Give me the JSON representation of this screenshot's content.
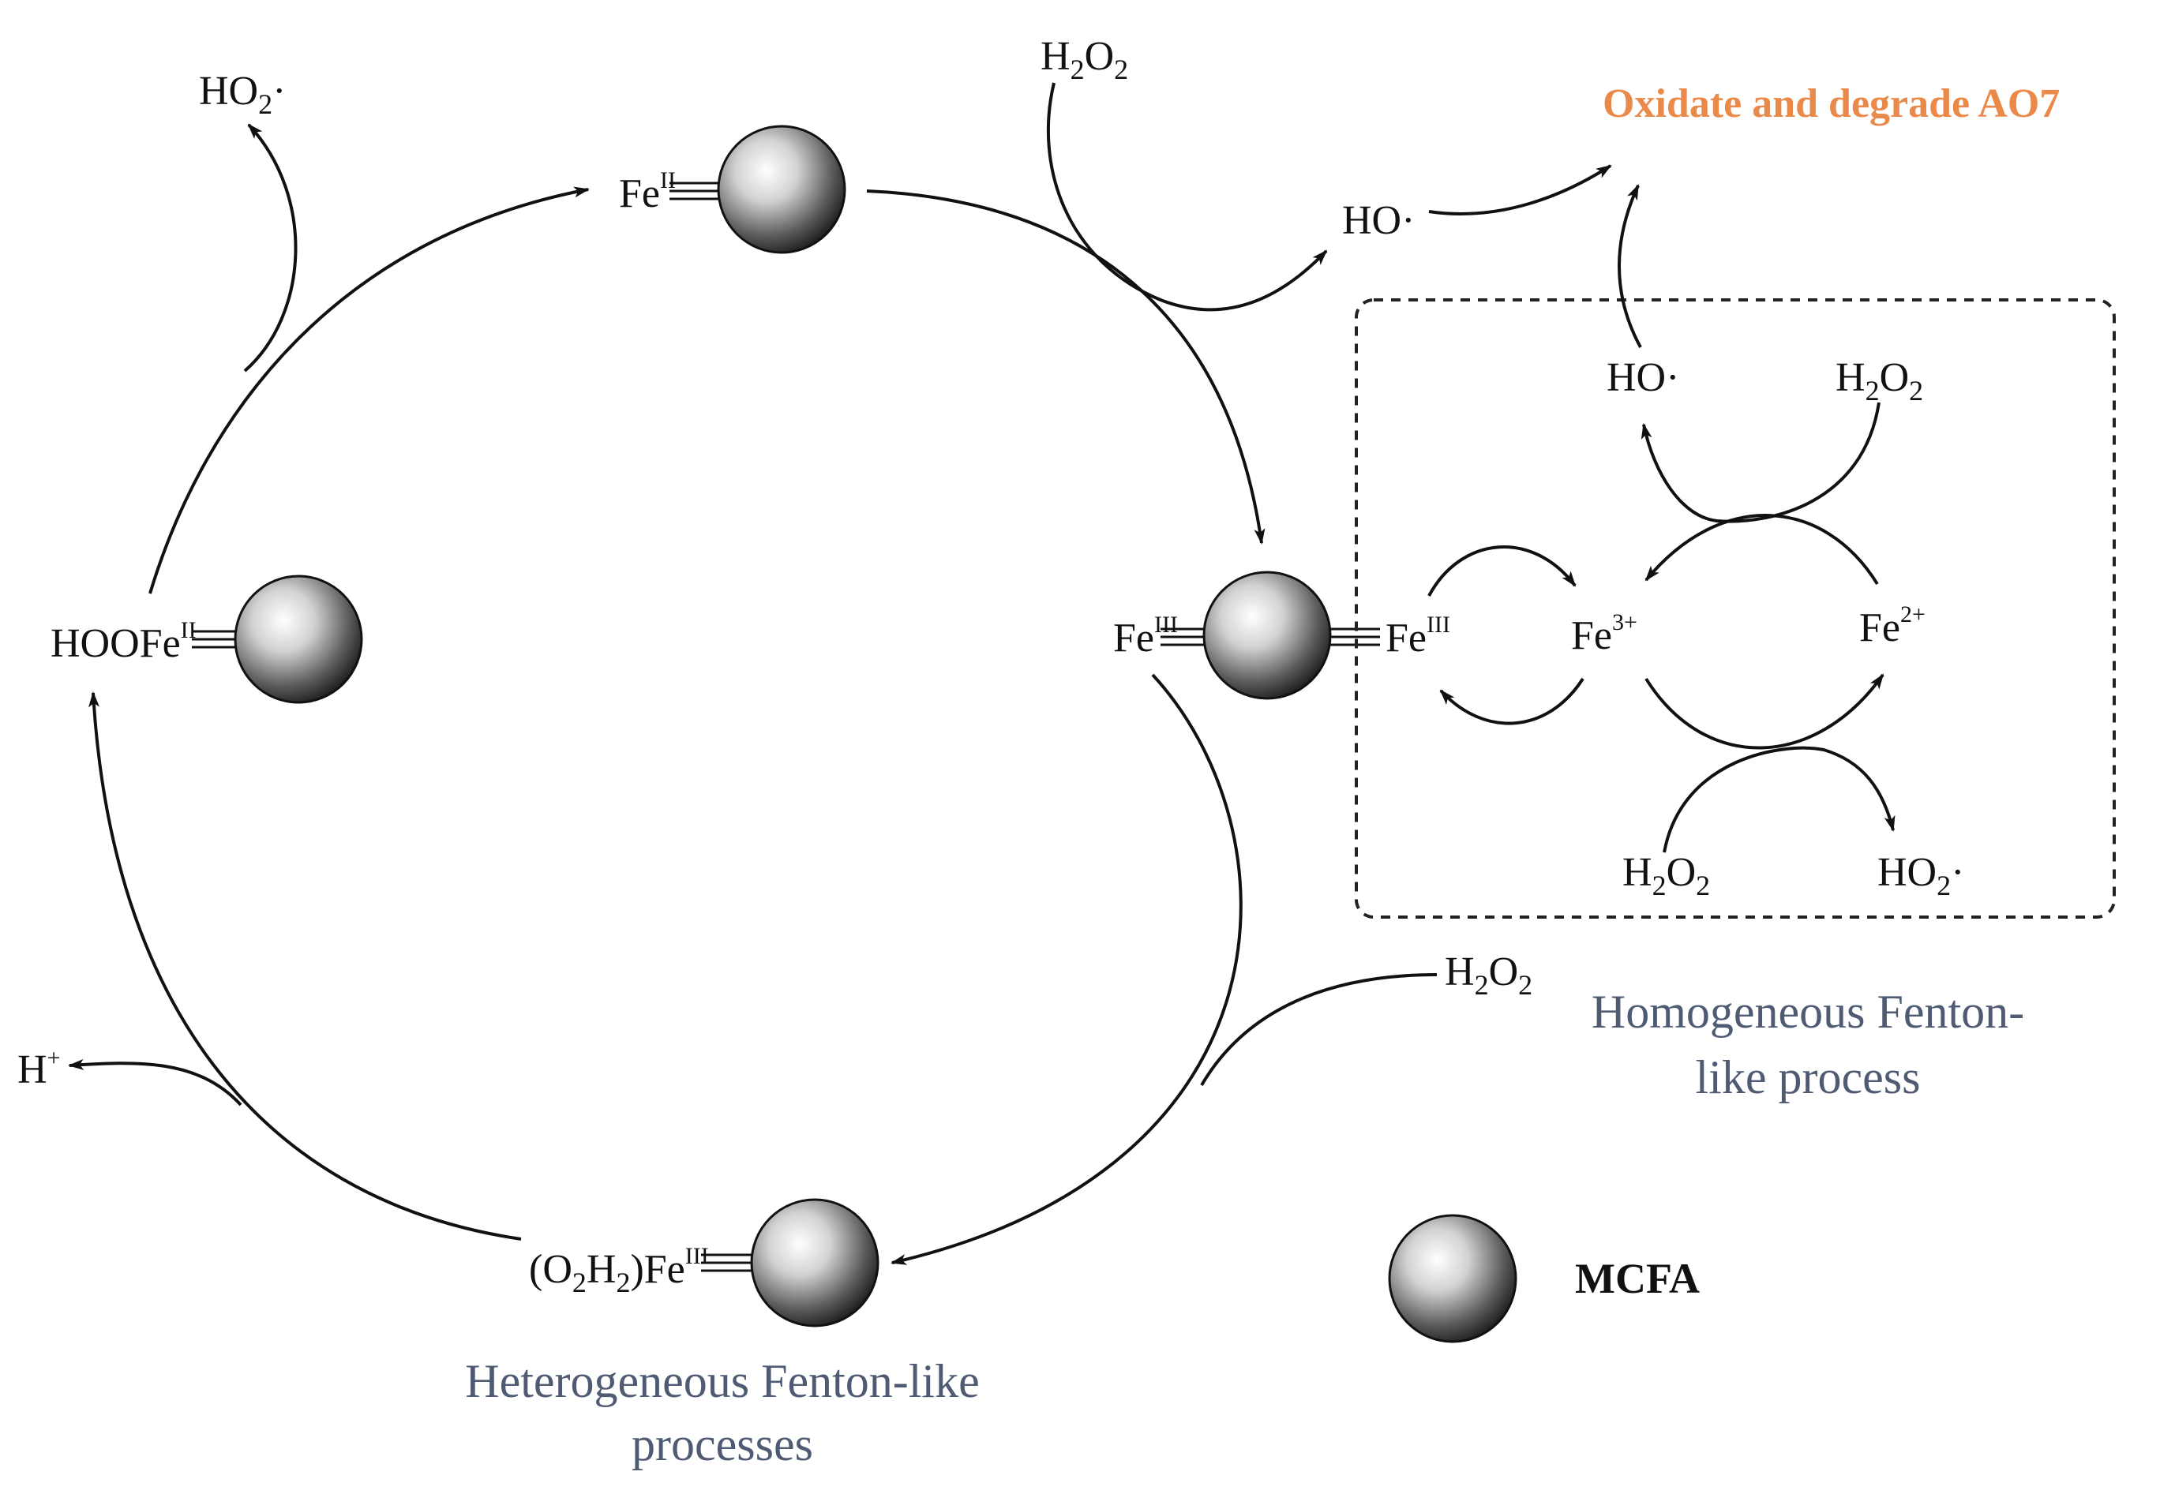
{
  "title": "Oxidate  and degrade AO7",
  "colors": {
    "title": "#ea8a4a",
    "caption": "#4f5b73",
    "ink": "#111111"
  },
  "species": {
    "ho2_top": {
      "base": "HO",
      "sub": "2",
      "dot": "·"
    },
    "h2o2_top": {
      "h1": "H",
      "sub1": "2",
      "o": "O",
      "sub2": "2"
    },
    "fe_ii_top": {
      "base": "Fe",
      "sup": "II"
    },
    "ho_top": {
      "base": "HO",
      "dot": "·"
    },
    "hoofe": {
      "base": "HOOFe",
      "sup": "II"
    },
    "fe_iii_left": {
      "base": "Fe",
      "sup": "III"
    },
    "fe_iii_right": {
      "base": "Fe",
      "sup": "III"
    },
    "fe3": {
      "base": "Fe",
      "sup": "3+"
    },
    "fe2": {
      "base": "Fe",
      "sup": "2+"
    },
    "ho_box": {
      "base": "HO",
      "dot": "·"
    },
    "h2o2_box_top": {
      "h1": "H",
      "sub1": "2",
      "o": "O",
      "sub2": "2"
    },
    "h2o2_box_bottom": {
      "h1": "H",
      "sub1": "2",
      "o": "O",
      "sub2": "2"
    },
    "ho2_box": {
      "base": "HO",
      "sub": "2",
      "dot": "·"
    },
    "h2o2_right": {
      "h1": "H",
      "sub1": "2",
      "o": "O",
      "sub2": "2"
    },
    "h_plus": {
      "base": "H",
      "sup": "+"
    },
    "o2h2fe": {
      "p1": "(O",
      "s1": "2",
      "p2": "H",
      "s2": "2",
      "p3": ")Fe",
      "sup": "III"
    }
  },
  "captions": {
    "homogeneous_line1": "Homogeneous Fenton-",
    "homogeneous_line2": "like process",
    "heterogeneous_line1": "Heterogeneous Fenton-like",
    "heterogeneous_line2": "processes"
  },
  "legend": {
    "label": "MCFA"
  }
}
